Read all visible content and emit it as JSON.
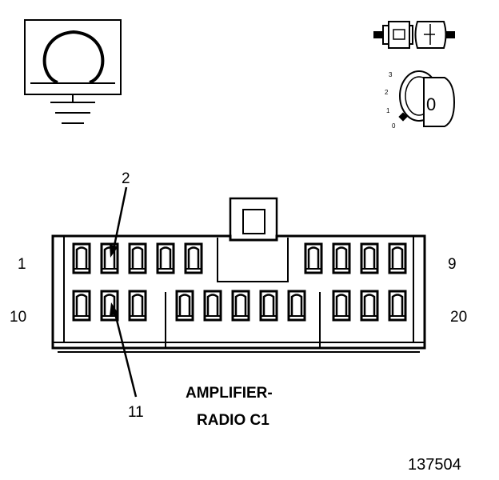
{
  "connector": {
    "caption_line1": "AMPLIFIER-",
    "caption_line2": "RADIO C1",
    "figure_id": "137504"
  },
  "pin_labels": {
    "p1": "1",
    "p2": "2",
    "p9": "9",
    "p10": "10",
    "p11": "11",
    "p20": "20"
  },
  "ignition_key": {
    "positions": [
      "3",
      "2",
      "1",
      "0"
    ],
    "key_face": "0"
  },
  "icons": {
    "ohmmeter": "ohmmeter-ground-icon",
    "connector": "connector-icon",
    "ignition": "ignition-key-icon"
  }
}
